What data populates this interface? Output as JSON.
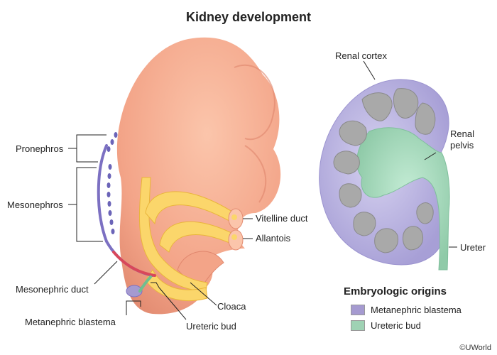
{
  "title": "Kidney development",
  "labels": {
    "pronephros": "Pronephros",
    "mesonephros": "Mesonephros",
    "mesonephric_duct": "Mesonephric duct",
    "metanephric_blastema": "Metanephric blastema",
    "vitelline_duct": "Vitelline duct",
    "allantois": "Allantois",
    "cloaca": "Cloaca",
    "ureteric_bud": "Ureteric bud",
    "renal_cortex": "Renal cortex",
    "renal_pelvis_line1": "Renal",
    "renal_pelvis_line2": "pelvis",
    "ureter": "Ureter"
  },
  "legend": {
    "title": "Embryologic origins",
    "items": [
      {
        "label": "Metanephric blastema",
        "color": "#a59ad0"
      },
      {
        "label": "Ureteric bud",
        "color": "#9fd2b4"
      }
    ]
  },
  "credit": "©UWorld",
  "colors": {
    "embryo": "#f6ab8f",
    "embryo_shadow": "#e58d73",
    "gut": "#fbd66b",
    "cortex": "#b7b2e0",
    "pelvis": "#a9dcc0",
    "pyramid": "#a9a9a9",
    "duct": "#d9475a"
  }
}
